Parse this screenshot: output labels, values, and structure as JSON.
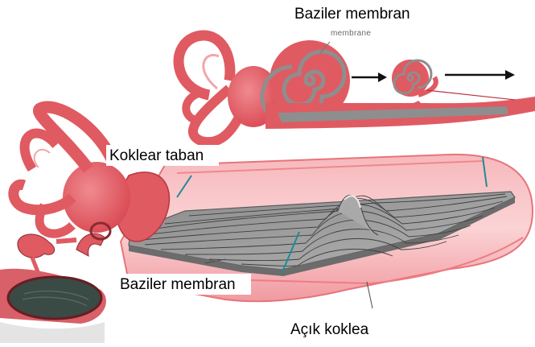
{
  "labels": {
    "top_title": "Baziler membran",
    "inset_membrane": "membrane",
    "cochlear_base": "Koklear taban",
    "basilar_membrane": "Baziler membran",
    "uncoiled_cochlea": "Açık koklea"
  },
  "colors": {
    "tissue": "#e05a62",
    "tissue_light": "#f3a5aa",
    "tissue_dark": "#b8353f",
    "membrane": "#8e8e8e",
    "membrane_dark": "#555555",
    "leader_line": "#1f8a95",
    "arrow": "#111111"
  },
  "icons": [
    "arrow-right-icon"
  ]
}
